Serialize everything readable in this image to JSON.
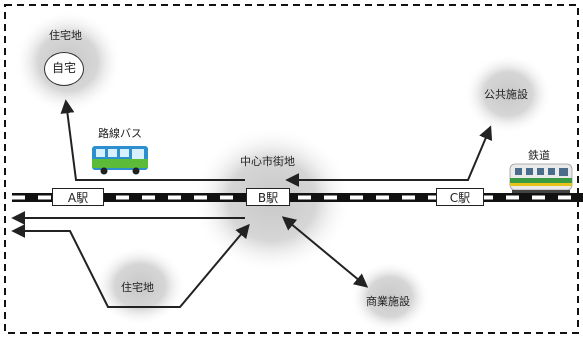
{
  "areas": {
    "residential_top": "住宅地",
    "home": "自宅",
    "public_facility": "公共施設",
    "city_center": "中心市街地",
    "residential_bottom": "住宅地",
    "commercial": "商業施設"
  },
  "transport": {
    "bus": "路線バス",
    "rail": "鉄道"
  },
  "stations": {
    "a": "A駅",
    "b": "B駅",
    "c": "C駅"
  }
}
